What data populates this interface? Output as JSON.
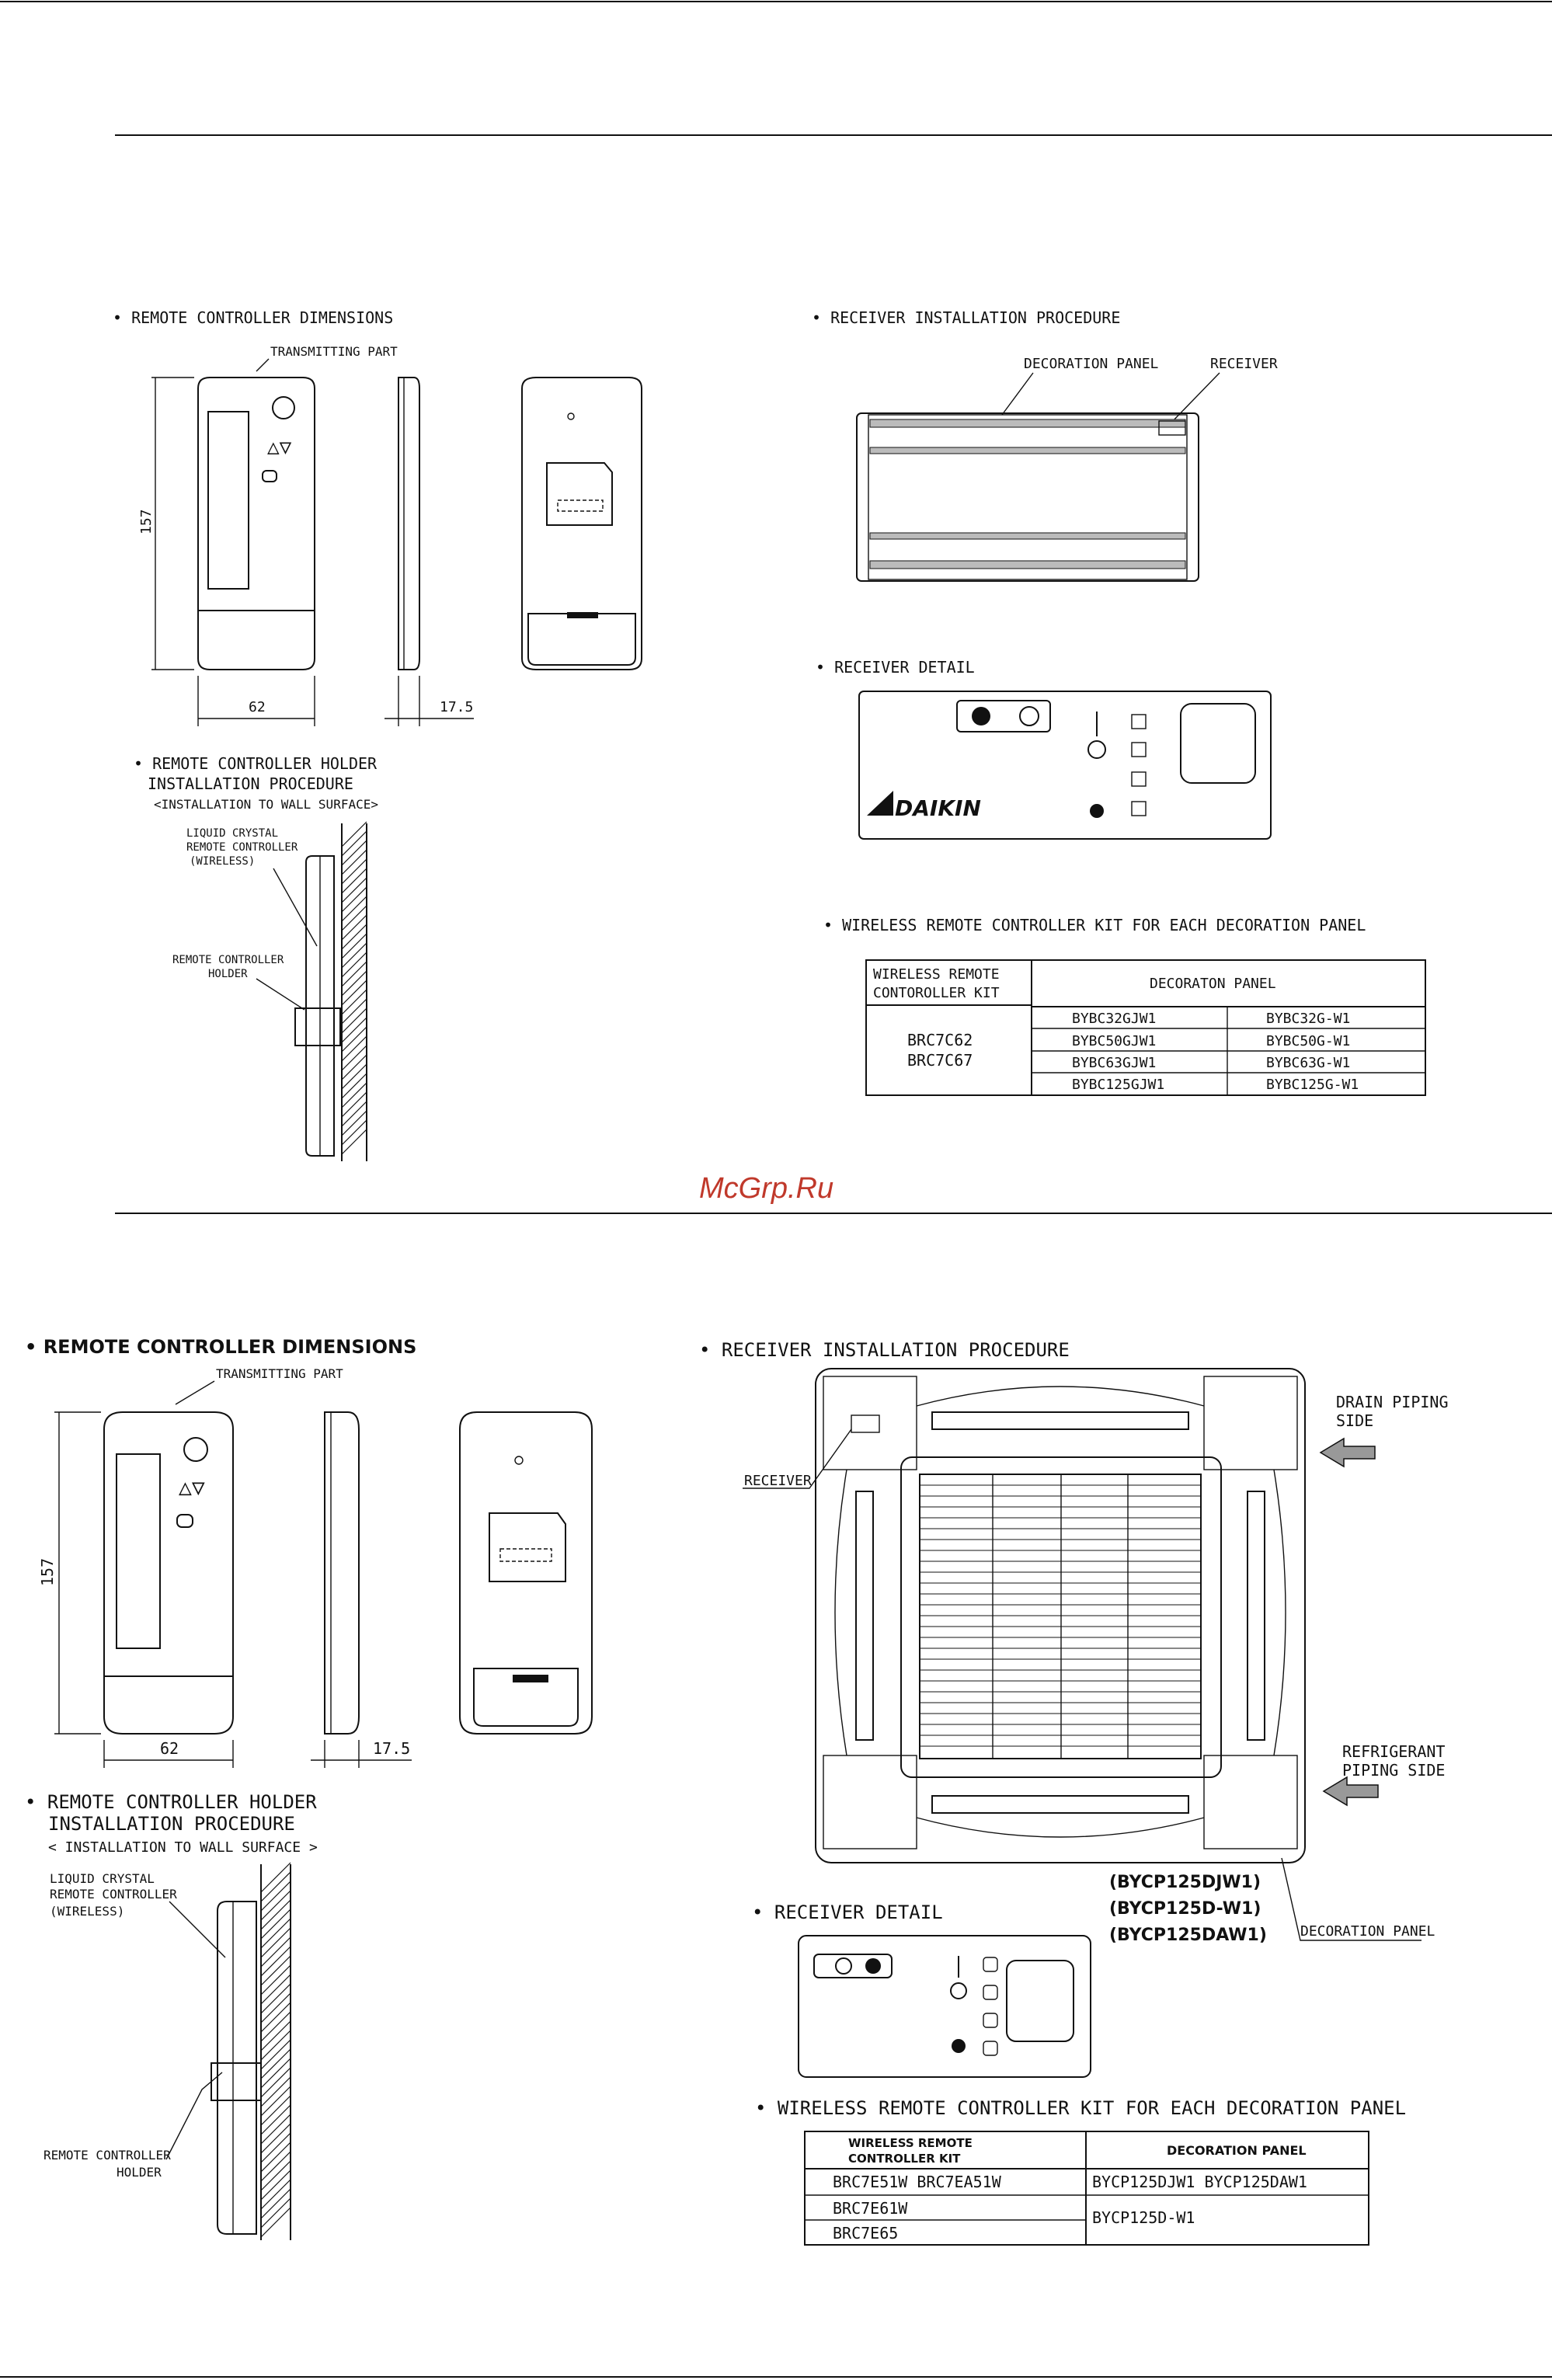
{
  "watermark": "McGrp.Ru",
  "top": {
    "remote_dims_title": "• REMOTE CONTROLLER DIMENSIONS",
    "transmitting_part": "TRANSMITTING PART",
    "dim_height": "157",
    "dim_width": "62",
    "dim_depth": "17.5",
    "holder_title_1": "• REMOTE CONTROLLER HOLDER",
    "holder_title_2": "INSTALLATION PROCEDURE",
    "holder_title_3": "<INSTALLATION TO WALL SURFACE>",
    "lcd_label_1": "LIQUID CRYSTAL",
    "lcd_label_2": "REMOTE CONTROLLER",
    "lcd_label_3": "(WIRELESS)",
    "holder_label_1": "REMOTE CONTROLLER",
    "holder_label_2": "HOLDER",
    "receiver_install_title": "• RECEIVER INSTALLATION PROCEDURE",
    "decoration_panel": "DECORATION PANEL",
    "receiver": "RECEIVER",
    "receiver_detail_title": "• RECEIVER DETAIL",
    "brand": "DAIKIN",
    "kit_title": "• WIRELESS REMOTE CONTROLLER KIT FOR EACH DECORATION PANEL",
    "table": {
      "header_left_1": "WIRELESS REMOTE",
      "header_left_2": "CONTOROLLER KIT",
      "header_right": "DECORATON PANEL",
      "kit_1": "BRC7C62",
      "kit_2": "BRC7C67",
      "rows": [
        [
          "BYBC32GJW1",
          "BYBC32G-W1"
        ],
        [
          "BYBC50GJW1",
          "BYBC50G-W1"
        ],
        [
          "BYBC63GJW1",
          "BYBC63G-W1"
        ],
        [
          "BYBC125GJW1",
          "BYBC125G-W1"
        ]
      ]
    }
  },
  "bottom": {
    "remote_dims_title": "• REMOTE CONTROLLER DIMENSIONS",
    "transmitting_part": "TRANSMITTING PART",
    "dim_height": "157",
    "dim_width": "62",
    "dim_depth": "17.5",
    "holder_title_1": "• REMOTE CONTROLLER HOLDER",
    "holder_title_2": "INSTALLATION PROCEDURE",
    "holder_title_3": "< INSTALLATION TO WALL SURFACE >",
    "lcd_label_1": "LIQUID CRYSTAL",
    "lcd_label_2": "REMOTE CONTROLLER",
    "lcd_label_3": "(WIRELESS)",
    "holder_label_1": "REMOTE CONTROLLER",
    "holder_label_2": "HOLDER",
    "receiver_install_title": "• RECEIVER INSTALLATION PROCEDURE",
    "drain_1": "DRAIN PIPING",
    "drain_2": "SIDE",
    "refrig_1": "REFRIGERANT",
    "refrig_2": "PIPING SIDE",
    "receiver": "RECEIVER",
    "models": [
      "(BYCP125DJW1)",
      "(BYCP125D-W1)",
      "(BYCP125DAW1)"
    ],
    "decoration_panel": "DECORATION PANEL",
    "receiver_detail_title": "• RECEIVER DETAIL",
    "kit_title": "• WIRELESS REMOTE CONTROLLER KIT FOR EACH DECORATION PANEL",
    "table": {
      "header_left_1": "WIRELESS REMOTE",
      "header_left_2": "CONTROLLER KIT",
      "header_right": "DECORATION PANEL",
      "row1_left": "BRC7E51W  BRC7EA51W",
      "row1_right": "BYCP125DJW1  BYCP125DAW1",
      "row2_left": "BRC7E61W",
      "row3_left": "BRC7E65",
      "row23_right": "BYCP125D-W1"
    }
  }
}
